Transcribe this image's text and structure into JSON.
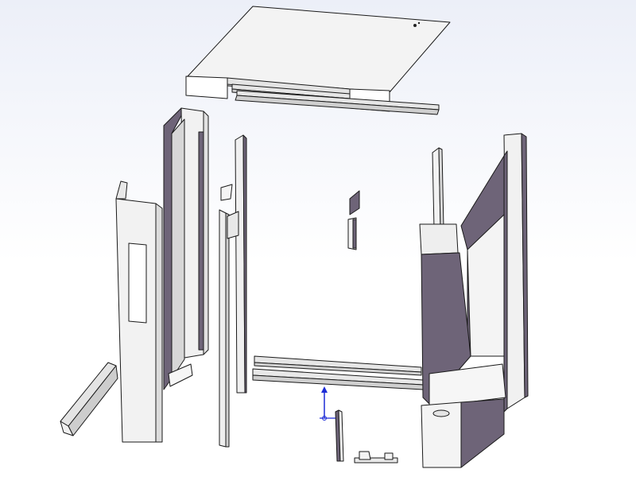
{
  "colors": {
    "background_top": "#eceff8",
    "background_bottom": "#ffffff",
    "panel_light": "#f1f1f1",
    "panel_mid": "#dcdcdc",
    "panel_dark": "#6e6478",
    "outline": "#1a1a1a",
    "triad_axis": "#1c2bd6"
  },
  "view": {
    "projection": "isometric",
    "triad_axes": [
      "up",
      "right"
    ]
  }
}
